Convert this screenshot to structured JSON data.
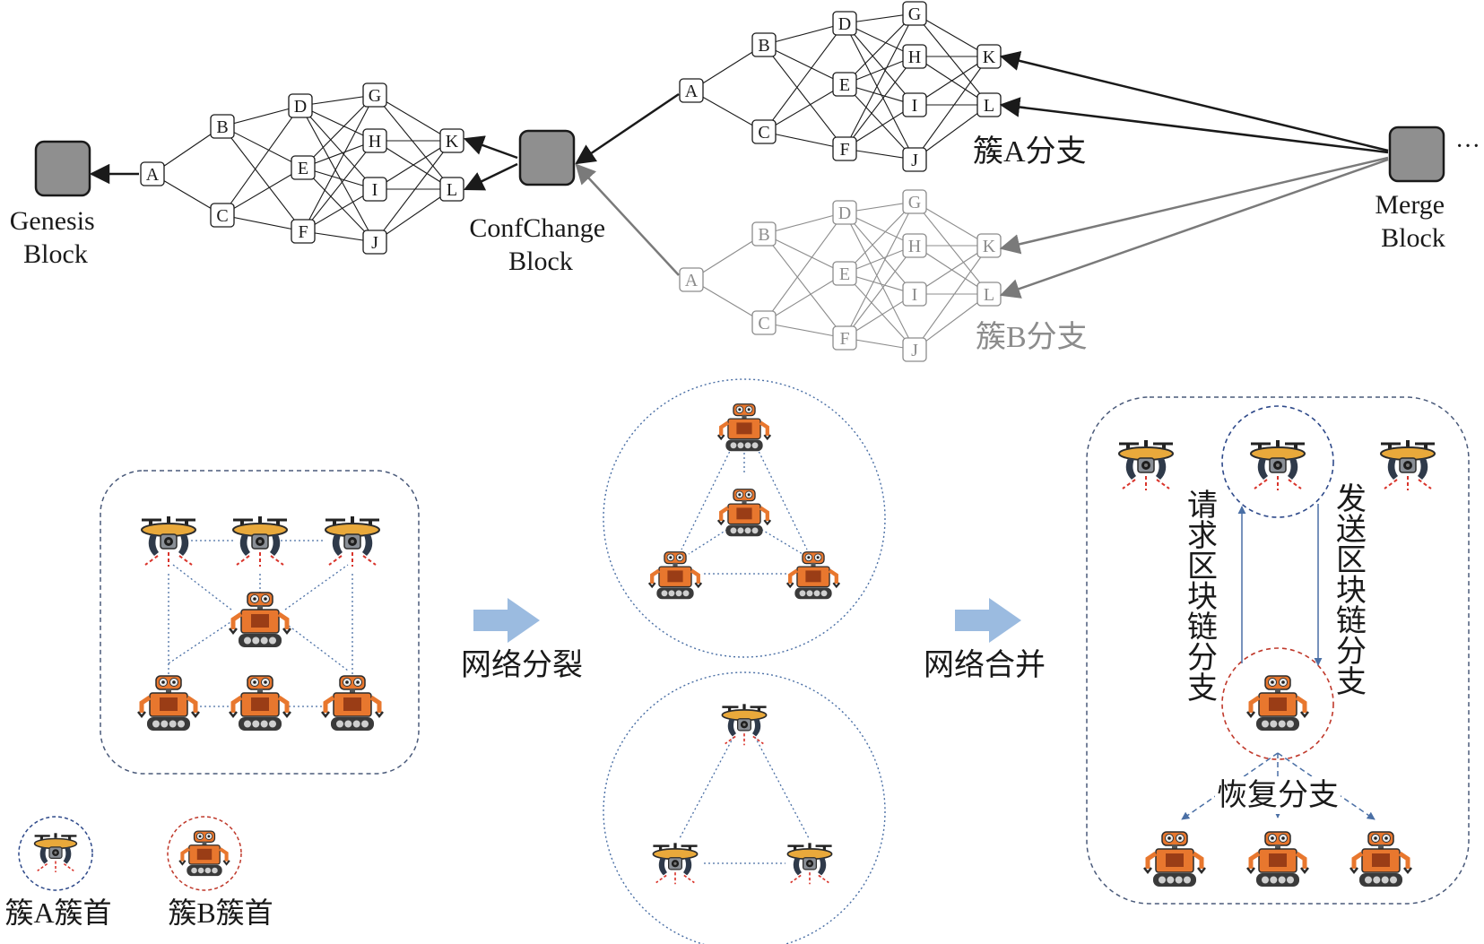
{
  "colors": {
    "dark": "#1a1a1a",
    "gray": "#8c8c8c",
    "block_fill": "#8f8f8f",
    "arrow_fill": "#9bbbe0",
    "blue_dash": "#4a6fa5",
    "red_dash": "#c0392b",
    "robot_orange": "#e8772e",
    "drone_yellow": "#e9a93b"
  },
  "blocks": {
    "genesis": "Genesis Block",
    "confchange": "ConfChange Block",
    "merge": "Merge Block",
    "ellipsis": "···"
  },
  "dag": {
    "node_labels": [
      "A",
      "B",
      "C",
      "D",
      "E",
      "F",
      "G",
      "H",
      "I",
      "J",
      "K",
      "L"
    ],
    "branch_a_label": "簇A分支",
    "branch_b_label": "簇B分支"
  },
  "process": {
    "split_label": "网络分裂",
    "merge_label": "网络合并",
    "request_label": "请求区块链分支",
    "send_label": "发送区块链分支",
    "recover_label": "恢复分支"
  },
  "legend": {
    "cluster_a_head": "簇A簇首",
    "cluster_b_head": "簇B簇首"
  },
  "icons": {
    "drone": "drone-icon",
    "robot": "robot-icon"
  }
}
